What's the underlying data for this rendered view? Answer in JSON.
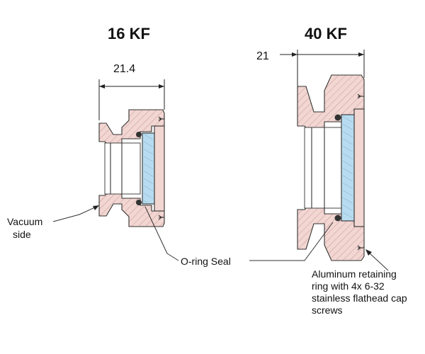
{
  "diagram": {
    "left_title": "16 KF",
    "right_title": "40 KF",
    "left_dimension": "21.4",
    "right_dimension": "21",
    "vacuum_label_line1": "Vacuum",
    "vacuum_label_line2": "side",
    "oring_label": "O-ring Seal",
    "retaining_label_line1": "Aluminum retaining",
    "retaining_label_line2": "ring with 4x 6-32",
    "retaining_label_line3": "stainless flathead cap",
    "retaining_label_line4": "screws",
    "colors": {
      "flange": "#f2d6d2",
      "window": "#b8dcef",
      "outline": "#333333"
    }
  }
}
